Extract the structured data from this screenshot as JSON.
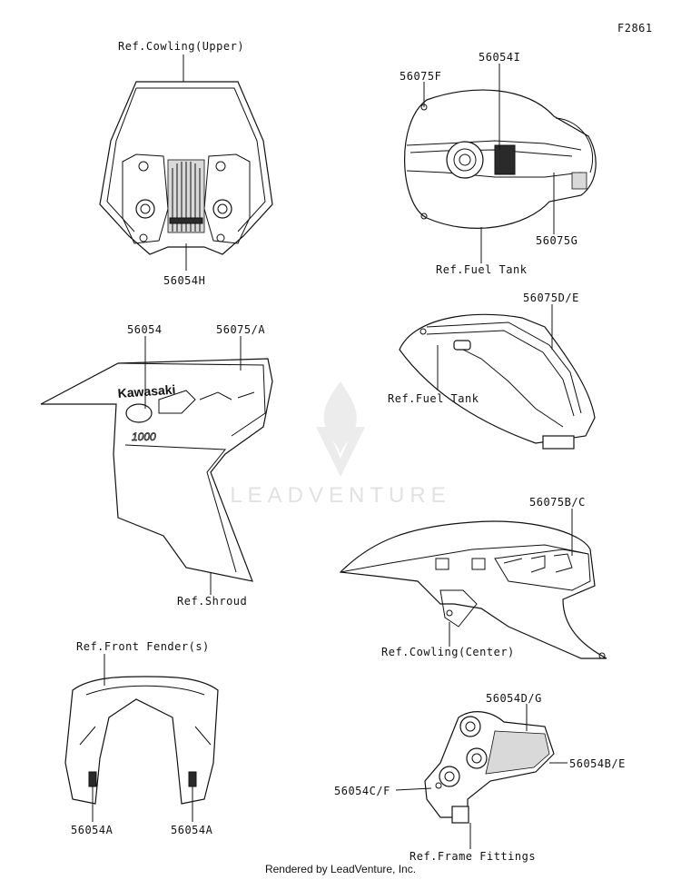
{
  "figure_id": "F2861",
  "footer": "Rendered by LeadVenture, Inc.",
  "watermark": "LEADVENTURE",
  "labels": {
    "ref_cowling_upper": "Ref.Cowling(Upper)",
    "p56054H": "56054H",
    "p56075F": "56075F",
    "p56054I": "56054I",
    "p56075G": "56075G",
    "ref_fuel_tank_1": "Ref.Fuel Tank",
    "p56054": "56054",
    "p56075A": "56075/A",
    "p56075DE": "56075D/E",
    "ref_fuel_tank_2": "Ref.Fuel Tank",
    "ref_shroud": "Ref.Shroud",
    "p56075BC": "56075B/C",
    "ref_cowling_center": "Ref.Cowling(Center)",
    "ref_front_fender": "Ref.Front Fender(s)",
    "p56054DG": "56054D/G",
    "p56054BE": "56054B/E",
    "p56054CF": "56054C/F",
    "p56054A_left": "56054A",
    "p56054A_right": "56054A",
    "ref_frame_fittings": "Ref.Frame Fittings"
  },
  "decal_text": {
    "brand": "Kawasaki",
    "model": "1000"
  }
}
